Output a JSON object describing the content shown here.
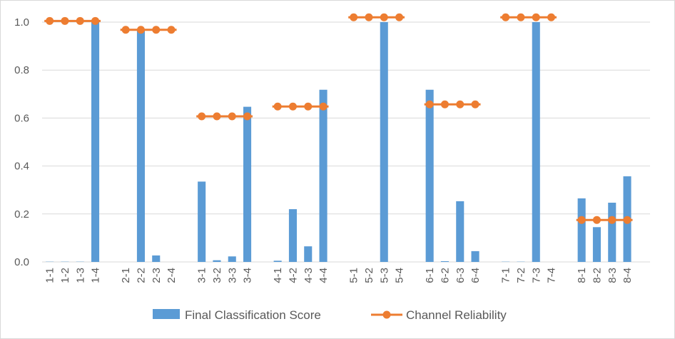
{
  "chart_data": {
    "type": "bar",
    "categories": [
      "1-1",
      "1-2",
      "1-3",
      "1-4",
      "2-1",
      "2-2",
      "2-3",
      "2-4",
      "3-1",
      "3-2",
      "3-3",
      "3-4",
      "4-1",
      "4-2",
      "4-3",
      "4-4",
      "5-1",
      "5-2",
      "5-3",
      "5-4",
      "6-1",
      "6-2",
      "6-3",
      "6-4",
      "7-1",
      "7-2",
      "7-3",
      "7-4",
      "8-1",
      "8-2",
      "8-3",
      "8-4"
    ],
    "ylim": [
      0,
      1.0
    ],
    "yticks": [
      "0.0",
      "0.2",
      "0.4",
      "0.6",
      "0.8",
      "1.0"
    ],
    "grid": true,
    "legend_placement": "bottom",
    "series": [
      {
        "name": "Final Classification Score",
        "type": "bar",
        "color": "#5b9bd5",
        "values": [
          0.001,
          0.001,
          0.001,
          1.0,
          0.0,
          0.965,
          0.027,
          0.0,
          0.335,
          0.007,
          0.023,
          0.647,
          0.005,
          0.22,
          0.065,
          0.718,
          0.0,
          0.0,
          1.0,
          0.0,
          0.718,
          0.003,
          0.253,
          0.045,
          0.001,
          0.001,
          1.0,
          0.0,
          0.265,
          0.145,
          0.247,
          0.357
        ]
      },
      {
        "name": "Channel Reliability",
        "type": "line",
        "color": "#ed7d31",
        "groups": [
          {
            "values": [
              1.005,
              1.005,
              1.005,
              1.005
            ]
          },
          {
            "values": [
              0.968,
              0.968,
              0.968,
              0.968
            ]
          },
          {
            "values": [
              0.607,
              0.607,
              0.607,
              0.607
            ]
          },
          {
            "values": [
              0.648,
              0.648,
              0.648,
              0.648
            ]
          },
          {
            "values": [
              1.02,
              1.02,
              1.02,
              1.02
            ]
          },
          {
            "values": [
              0.657,
              0.657,
              0.657,
              0.657
            ]
          },
          {
            "values": [
              1.02,
              1.02,
              1.02,
              1.02
            ]
          },
          {
            "values": [
              0.175,
              0.175,
              0.175,
              0.175
            ]
          }
        ]
      }
    ]
  }
}
